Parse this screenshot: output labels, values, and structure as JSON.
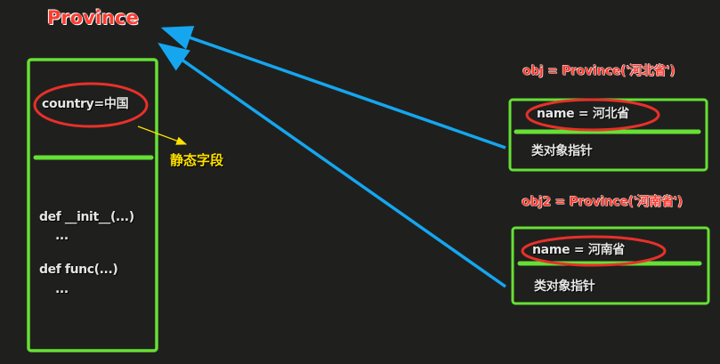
{
  "class_title": "Province",
  "class_box": {
    "static_field": "country=中国",
    "static_note": "静态字段",
    "methods": [
      {
        "signature": "def __init__(...)",
        "body": "..."
      },
      {
        "signature": "def func(...)",
        "body": "..."
      }
    ]
  },
  "objects": [
    {
      "label": "obj = Province('河北省')",
      "field": "name = 河北省",
      "pointer": "类对象指针"
    },
    {
      "label": "obj2 = Province('河南省')",
      "field": "name  =  河南省",
      "pointer": "类对象指针"
    }
  ],
  "colors": {
    "background": "#1f201d",
    "box_border": "#66e035",
    "divider": "#66e035",
    "highlight_ellipse": "#e8302a",
    "title_text": "#ff3b30",
    "arrow": "#15a6ef",
    "note_arrow": "#ffe100",
    "note_text": "#ffe100",
    "body_text": "#e6e6e6"
  }
}
